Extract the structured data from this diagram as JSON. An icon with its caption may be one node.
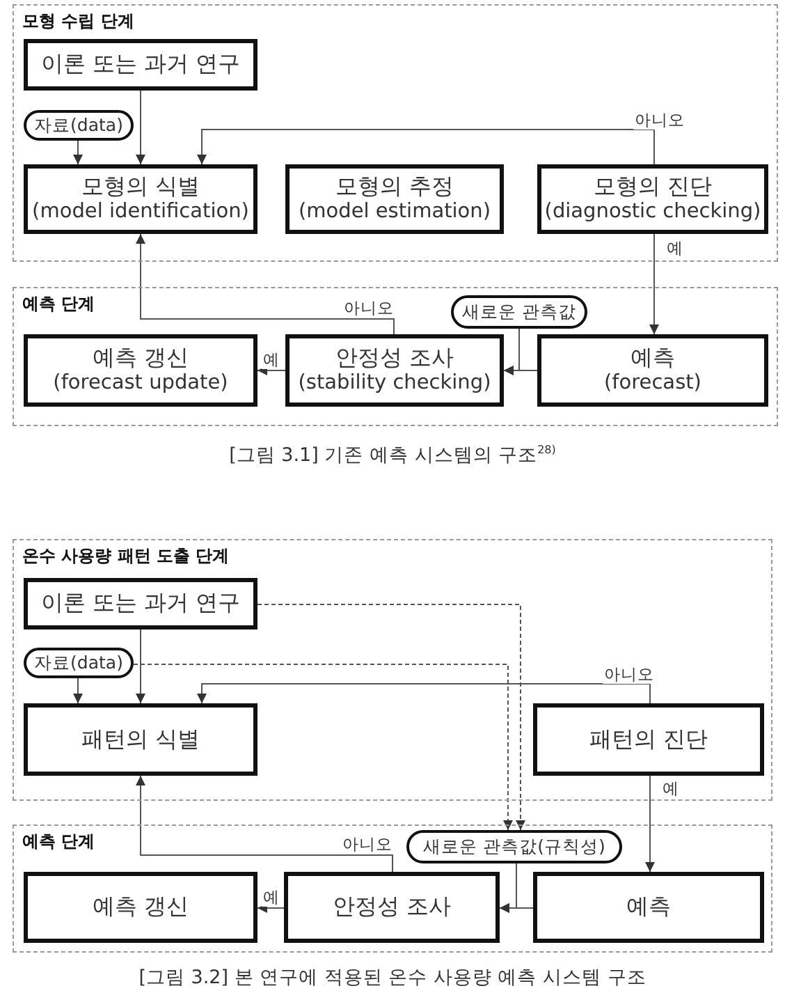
{
  "diagram": {
    "nodes": [
      {
        "text": [
          "모형 수립 단계"
        ]
      },
      {
        "text": [
          "이론 또는 과거 연구"
        ],
        "in": 0
      },
      {
        "text": [
          "자료(data)"
        ],
        "in": 0
      },
      {
        "text": [
          "모형의 식별",
          "(model identification)"
        ],
        "in": 0
      },
      {
        "text": [
          "모형의 추정",
          "(model estimation)"
        ],
        "in": 0
      },
      {
        "text": [
          "모형의 진단",
          "(diagnostic checking)"
        ],
        "in": 0
      },
      {
        "text": [
          "예측 단계"
        ]
      },
      {
        "text": [
          "새로운 관측값"
        ],
        "in": 6
      },
      {
        "text": [
          "예측 갱신",
          "(forecast update)"
        ],
        "in": 6
      },
      {
        "text": [
          "안정성 조사",
          "(stability checking)"
        ],
        "in": 6
      },
      {
        "text": [
          "예측",
          "(forecast)"
        ],
        "in": 6
      },
      {
        "text": [
          "온수 사용량 패턴 도출 단계"
        ]
      },
      {
        "text": [
          "이론 또는 과거 연구"
        ],
        "in": 11
      },
      {
        "text": [
          "자료(data)"
        ],
        "in": 11
      },
      {
        "text": [
          "패턴의 식별"
        ],
        "in": 11
      },
      {
        "text": [
          "패턴의 진단"
        ],
        "in": 11
      },
      {
        "text": [
          "예측 단계"
        ]
      },
      {
        "text": [
          "새로운 관측값(규칙성)"
        ],
        "in": 16
      },
      {
        "text": [
          "예측 갱신"
        ],
        "in": 16
      },
      {
        "text": [
          "안정성 조사"
        ],
        "in": 16
      },
      {
        "text": [
          "예측"
        ],
        "in": 16
      }
    ],
    "edges": [
      {
        "from": 1,
        "to": 3,
        "arrow": "to"
      },
      {
        "from": 2,
        "to": 3,
        "arrow": "to"
      },
      {
        "from": 5,
        "to": 3,
        "arrow": "to",
        "label": "아니오"
      },
      {
        "from": 5,
        "to": 10,
        "arrow": "to",
        "label": "예"
      },
      {
        "from": 10,
        "to": 9,
        "arrow": "to"
      },
      {
        "from": 7,
        "to": 9,
        "arrow": "to"
      },
      {
        "from": 9,
        "to": 8,
        "arrow": "to",
        "label": "예"
      },
      {
        "from": 9,
        "to": 3,
        "arrow": "to",
        "label": "아니오"
      },
      {
        "from": 12,
        "to": 14,
        "arrow": "to"
      },
      {
        "from": 13,
        "to": 14,
        "arrow": "to"
      },
      {
        "from": 15,
        "to": 14,
        "arrow": "to",
        "label": "아니오"
      },
      {
        "from": 15,
        "to": 20,
        "arrow": "to",
        "label": "예"
      },
      {
        "from": 12,
        "to": 17,
        "arrow": "to",
        "style": "dashed"
      },
      {
        "from": 13,
        "to": 17,
        "arrow": "to",
        "style": "dashed"
      },
      {
        "from": 20,
        "to": 19,
        "arrow": "to"
      },
      {
        "from": 17,
        "to": 19,
        "arrow": "to"
      },
      {
        "from": 19,
        "to": 18,
        "arrow": "to",
        "label": "예"
      },
      {
        "from": 19,
        "to": 14,
        "arrow": "to",
        "label": "아니오"
      }
    ],
    "labels": [
      "[그림 3.1] 기존 예측 시스템의 구조$^{28)}$",
      "[그림 3.2] 본 연구에 적용된 온수 사용량 예측 시스템 구조"
    ]
  }
}
